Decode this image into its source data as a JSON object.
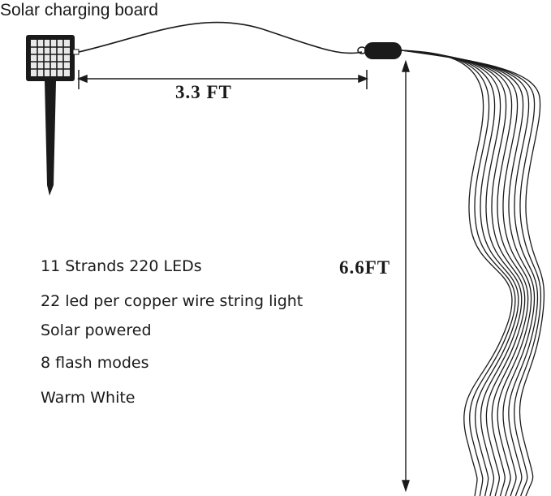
{
  "title": "Solar charging board",
  "wire_length_label": "3.3 FT",
  "strand_length_label": "6.6FT",
  "specs": [
    "11 Strands 220 LEDs",
    "22 led per copper wire string light",
    "Solar powered",
    "8 flash modes",
    "Warm White"
  ],
  "strand_count": 11,
  "colors": {
    "line": "#1a1a1a",
    "panel_frame": "#1a1a1a",
    "panel_cell": "#e8e8e8",
    "background": "#ffffff"
  }
}
